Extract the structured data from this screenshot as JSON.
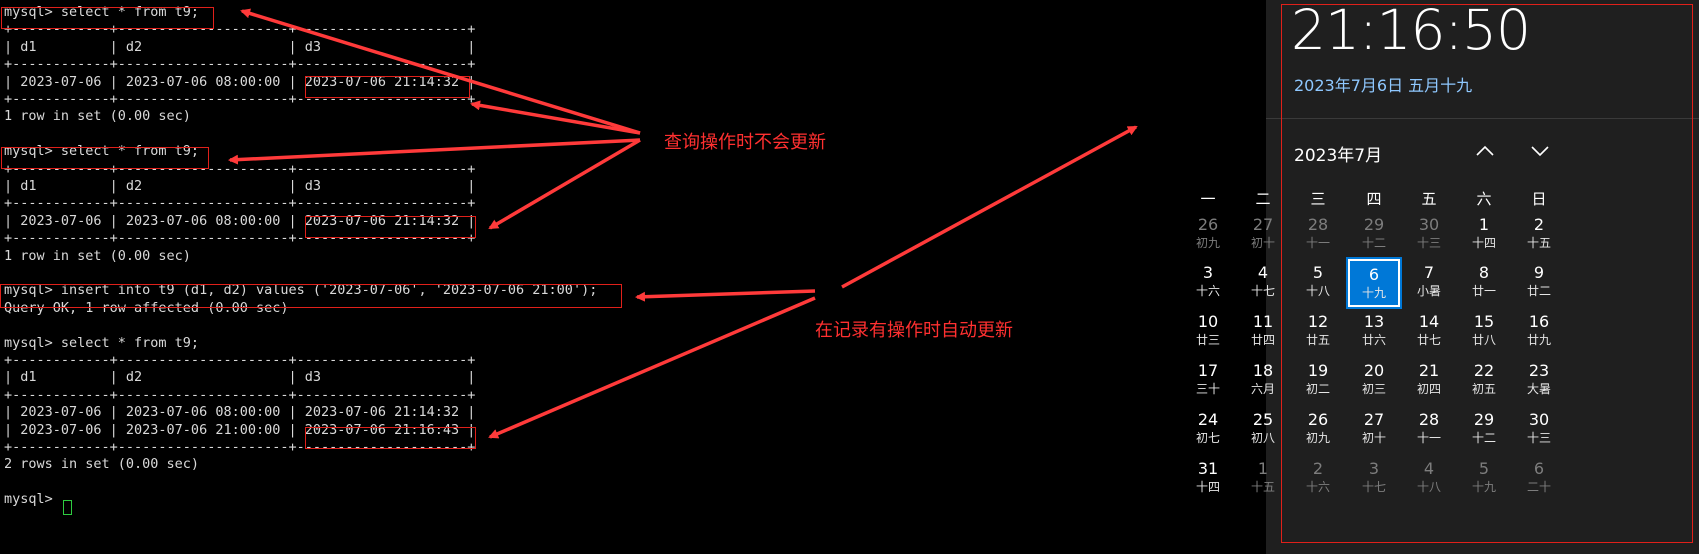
{
  "terminal": {
    "lines": [
      "mysql> select * from t9;",
      "+------------+---------------------+---------------------+",
      "| d1         | d2                  | d3                  |",
      "+------------+---------------------+---------------------+",
      "| 2023-07-06 | 2023-07-06 08:00:00 | 2023-07-06 21:14:32 |",
      "+------------+---------------------+---------------------+",
      "1 row in set (0.00 sec)",
      "",
      "mysql> select * from t9;",
      "+------------+---------------------+---------------------+",
      "| d1         | d2                  | d3                  |",
      "+------------+---------------------+---------------------+",
      "| 2023-07-06 | 2023-07-06 08:00:00 | 2023-07-06 21:14:32 |",
      "+------------+---------------------+---------------------+",
      "1 row in set (0.00 sec)",
      "",
      "mysql> insert into t9 (d1, d2) values ('2023-07-06', '2023-07-06 21:00');",
      "Query OK, 1 row affected (0.00 sec)",
      "",
      "mysql> select * from t9;",
      "+------------+---------------------+---------------------+",
      "| d1         | d2                  | d3                  |",
      "+------------+---------------------+---------------------+",
      "| 2023-07-06 | 2023-07-06 08:00:00 | 2023-07-06 21:14:32 |",
      "| 2023-07-06 | 2023-07-06 21:00:00 | 2023-07-06 21:16:43 |",
      "+------------+---------------------+---------------------+",
      "2 rows in set (0.00 sec)",
      "",
      "mysql> "
    ]
  },
  "annotations": {
    "query_no_update": "查询操作时不会更新",
    "auto_update": "在记录有操作时自动更新"
  },
  "colors": {
    "annotation": "#ff3030",
    "today": "#0078d7",
    "cursor": "#2ecc40"
  },
  "clock": {
    "time": "21:16:50",
    "date_full": "2023年7月6日 五月十九",
    "month_title": "2023年7月",
    "nav_up": "up-chevron-icon",
    "nav_down": "down-chevron-icon"
  },
  "calendar": {
    "weekdays": [
      "一",
      "二",
      "三",
      "四",
      "五",
      "六",
      "日"
    ],
    "weeks": [
      [
        {
          "d": "26",
          "l": "初九",
          "o": true
        },
        {
          "d": "27",
          "l": "初十",
          "o": true
        },
        {
          "d": "28",
          "l": "十一",
          "o": true
        },
        {
          "d": "29",
          "l": "十二",
          "o": true
        },
        {
          "d": "30",
          "l": "十三",
          "o": true
        },
        {
          "d": "1",
          "l": "十四"
        },
        {
          "d": "2",
          "l": "十五"
        }
      ],
      [
        {
          "d": "3",
          "l": "十六"
        },
        {
          "d": "4",
          "l": "十七"
        },
        {
          "d": "5",
          "l": "十八"
        },
        {
          "d": "6",
          "l": "十九",
          "today": true
        },
        {
          "d": "7",
          "l": "小暑"
        },
        {
          "d": "8",
          "l": "廿一"
        },
        {
          "d": "9",
          "l": "廿二"
        }
      ],
      [
        {
          "d": "10",
          "l": "廿三"
        },
        {
          "d": "11",
          "l": "廿四"
        },
        {
          "d": "12",
          "l": "廿五"
        },
        {
          "d": "13",
          "l": "廿六"
        },
        {
          "d": "14",
          "l": "廿七"
        },
        {
          "d": "15",
          "l": "廿八"
        },
        {
          "d": "16",
          "l": "廿九"
        }
      ],
      [
        {
          "d": "17",
          "l": "三十"
        },
        {
          "d": "18",
          "l": "六月"
        },
        {
          "d": "19",
          "l": "初二"
        },
        {
          "d": "20",
          "l": "初三"
        },
        {
          "d": "21",
          "l": "初四"
        },
        {
          "d": "22",
          "l": "初五"
        },
        {
          "d": "23",
          "l": "大暑"
        }
      ],
      [
        {
          "d": "24",
          "l": "初七"
        },
        {
          "d": "25",
          "l": "初八"
        },
        {
          "d": "26",
          "l": "初九"
        },
        {
          "d": "27",
          "l": "初十"
        },
        {
          "d": "28",
          "l": "十一"
        },
        {
          "d": "29",
          "l": "十二"
        },
        {
          "d": "30",
          "l": "十三"
        }
      ],
      [
        {
          "d": "31",
          "l": "十四"
        },
        {
          "d": "1",
          "l": "十五",
          "o": true
        },
        {
          "d": "2",
          "l": "十六",
          "o": true
        },
        {
          "d": "3",
          "l": "十七",
          "o": true
        },
        {
          "d": "4",
          "l": "十八",
          "o": true
        },
        {
          "d": "5",
          "l": "十九",
          "o": true
        },
        {
          "d": "6",
          "l": "二十",
          "o": true
        }
      ]
    ]
  }
}
